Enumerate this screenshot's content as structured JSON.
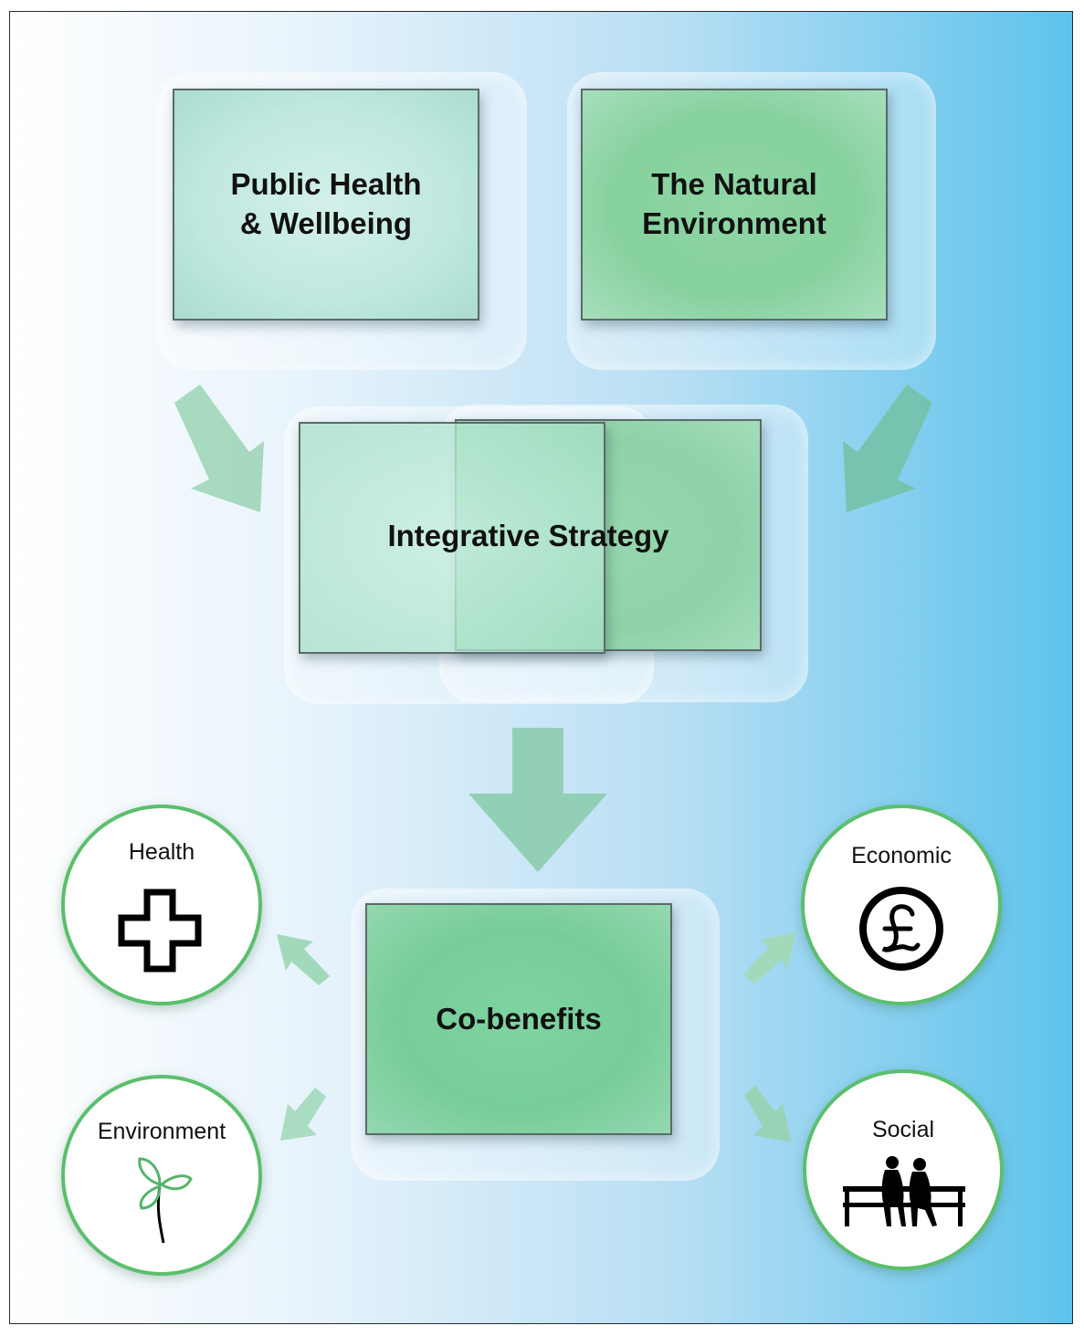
{
  "nodes": {
    "public_health": "Public Health\n& Wellbeing",
    "natural_environment": "The Natural\nEnvironment",
    "integrative_strategy": "Integrative Strategy",
    "co_benefits": "Co-benefits"
  },
  "benefits": {
    "health": "Health",
    "economic": "Economic",
    "environment": "Environment",
    "social": "Social"
  },
  "icons": {
    "health": "cross-icon",
    "economic": "pound-sign-icon",
    "environment": "plant-sprout-icon",
    "social": "people-on-bench-icon"
  },
  "colors": {
    "background_left": "#ffffff",
    "background_right": "#5ec3ec",
    "box_green_light": "#bfe8de",
    "box_green": "#7fd09b",
    "arrow_green": "#8fcfae",
    "circle_border": "#5bbf6d"
  }
}
